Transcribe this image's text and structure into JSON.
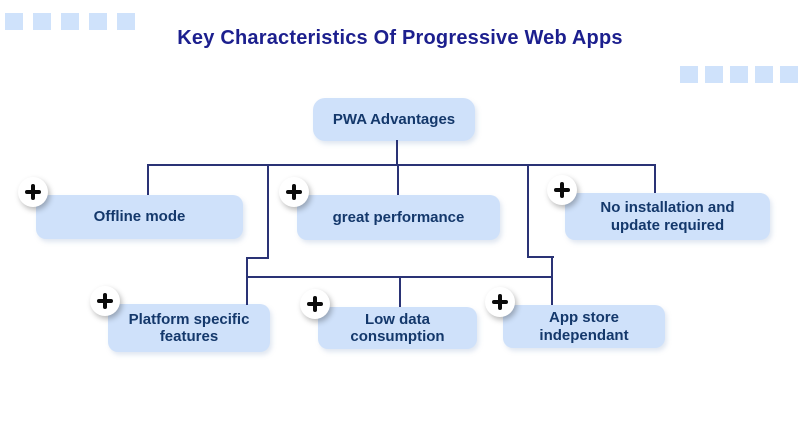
{
  "title": "Key Characteristics Of Progressive Web Apps",
  "nodes": {
    "root": {
      "label": "PWA Advantages"
    },
    "row1": [
      {
        "label": "Offline mode"
      },
      {
        "label": "great performance"
      },
      {
        "label": "No installation and update required"
      }
    ],
    "row2": [
      {
        "label": "Platform specific features"
      },
      {
        "label": "Low data consumption"
      },
      {
        "label": "App store independant"
      }
    ]
  },
  "icons": {
    "expand_badge": "plus-icon"
  },
  "colors": {
    "background": "#ffffff",
    "box_fill": "#cfe1fa",
    "box_text": "#14386b",
    "title_text": "#1c1f8e",
    "connector_line": "#2a3375",
    "decor_square": "#cfe2fb",
    "plus_glyph": "#0b0b0b",
    "plus_circle": "#ffffff"
  }
}
